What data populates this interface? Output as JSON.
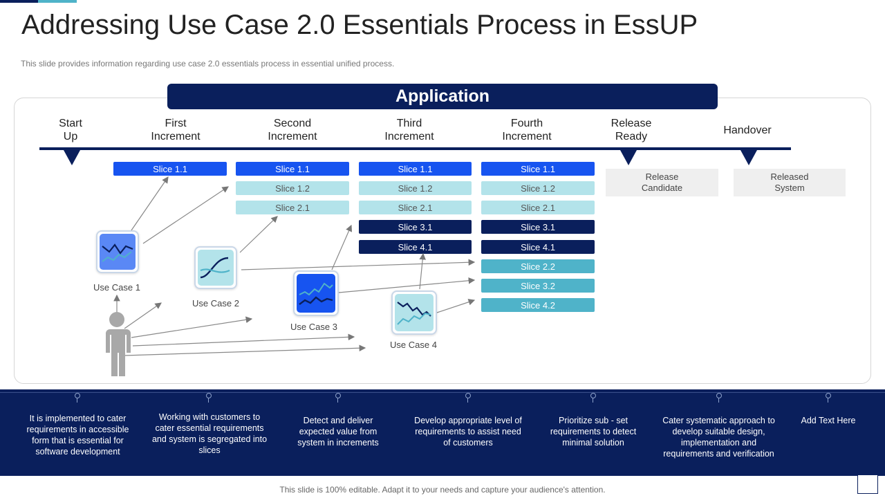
{
  "title": "Addressing Use Case 2.0 Essentials Process in EssUP",
  "subtitle": "This slide provides information regarding use case 2.0 essentials process in essential unified process.",
  "banner": "Application",
  "stages": [
    {
      "line1": "Start",
      "line2": "Up"
    },
    {
      "line1": "First",
      "line2": "Increment"
    },
    {
      "line1": "Second",
      "line2": "Increment"
    },
    {
      "line1": "Third",
      "line2": "Increment"
    },
    {
      "line1": "Fourth",
      "line2": "Increment"
    },
    {
      "line1": "Release",
      "line2": "Ready"
    },
    {
      "line1": "Handover",
      "line2": ""
    }
  ],
  "slices": {
    "col1": [
      "Slice 1.1"
    ],
    "col2": [
      "Slice 1.1",
      "Slice 1.2",
      "Slice 2.1"
    ],
    "col3": [
      "Slice 1.1",
      "Slice 1.2",
      "Slice 2.1",
      "Slice 3.1",
      "Slice 4.1"
    ],
    "col4": [
      "Slice 1.1",
      "Slice 1.2",
      "Slice 2.1",
      "Slice 3.1",
      "Slice 4.1",
      "Slice 2.2",
      "Slice 3.2",
      "Slice 4.2"
    ]
  },
  "release_candidate": {
    "line1": "Release",
    "line2": "Candidate"
  },
  "released_system": {
    "line1": "Released",
    "line2": "System"
  },
  "use_cases": [
    "Use Case 1",
    "Use Case 2",
    "Use Case 3",
    "Use Case 4"
  ],
  "descriptions": [
    "It is implemented to cater requirements in accessible form that is essential for software development",
    "Working with customers to cater essential requirements and system is segregated into slices",
    "Detect and deliver expected value from system in increments",
    "Develop appropriate level of requirements to assist need of customers",
    "Prioritize sub - set requirements to detect minimal solution",
    "Cater systematic approach to develop suitable design, implementation and requirements and verification",
    "Add Text Here"
  ],
  "footnote": "This slide is 100% editable. Adapt it to your needs and capture your audience's attention.",
  "colors": {
    "navy": "#0a1f5c",
    "blue": "#1754f0",
    "light": "#b3e3ea",
    "teal": "#4fb3c9"
  }
}
